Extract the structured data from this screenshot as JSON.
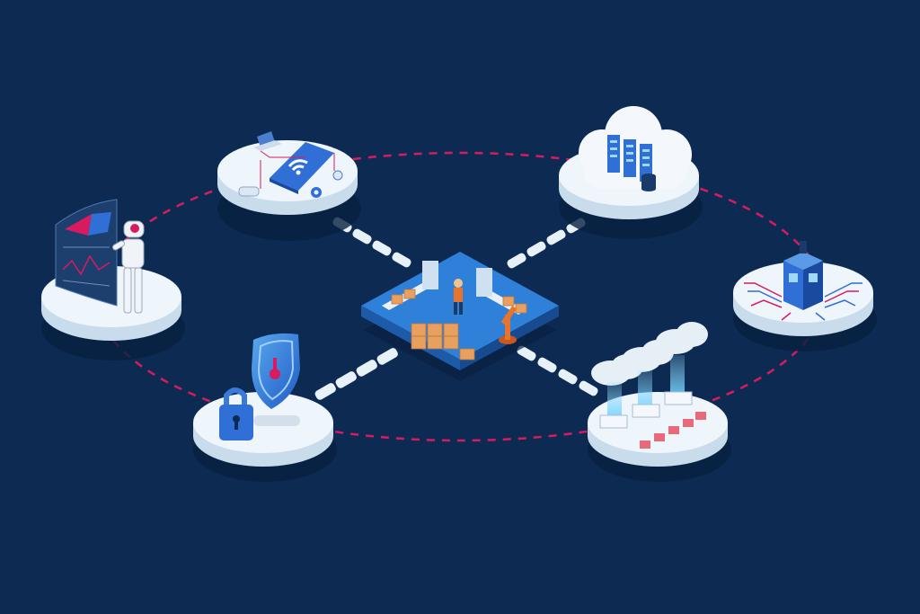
{
  "palette": {
    "background": "#0d2b52",
    "platform": "#e8f1f8",
    "platform_shadow": "#082040",
    "accent_red": "#d81b5e",
    "accent_blue": "#2f6fd6",
    "sky_blue": "#7fc4ee",
    "box_tan": "#e8a060",
    "orange": "#e8732a"
  },
  "nodes": [
    {
      "id": "robot-analytics",
      "icon": "robot-icon"
    },
    {
      "id": "iot-devices",
      "icon": "wifi-tablet-icon"
    },
    {
      "id": "cloud-servers",
      "icon": "cloud-server-icon"
    },
    {
      "id": "cpu-chip",
      "icon": "cpu-chip-icon"
    },
    {
      "id": "cloud-factory",
      "icon": "cloud-factory-icon"
    },
    {
      "id": "security",
      "icon": "shield-lock-icon"
    },
    {
      "id": "warehouse-hub",
      "icon": "warehouse-icon"
    }
  ]
}
